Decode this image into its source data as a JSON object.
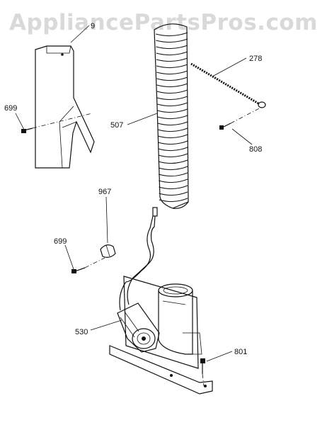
{
  "watermark": "AppliancePartsPros.com",
  "callouts": {
    "bracket": "9",
    "screw_upper": "699",
    "duct": "507",
    "tie": "278",
    "screw_right": "808",
    "clip": "967",
    "screw_lower": "699",
    "blower": "530",
    "screw_bottom": "801"
  }
}
